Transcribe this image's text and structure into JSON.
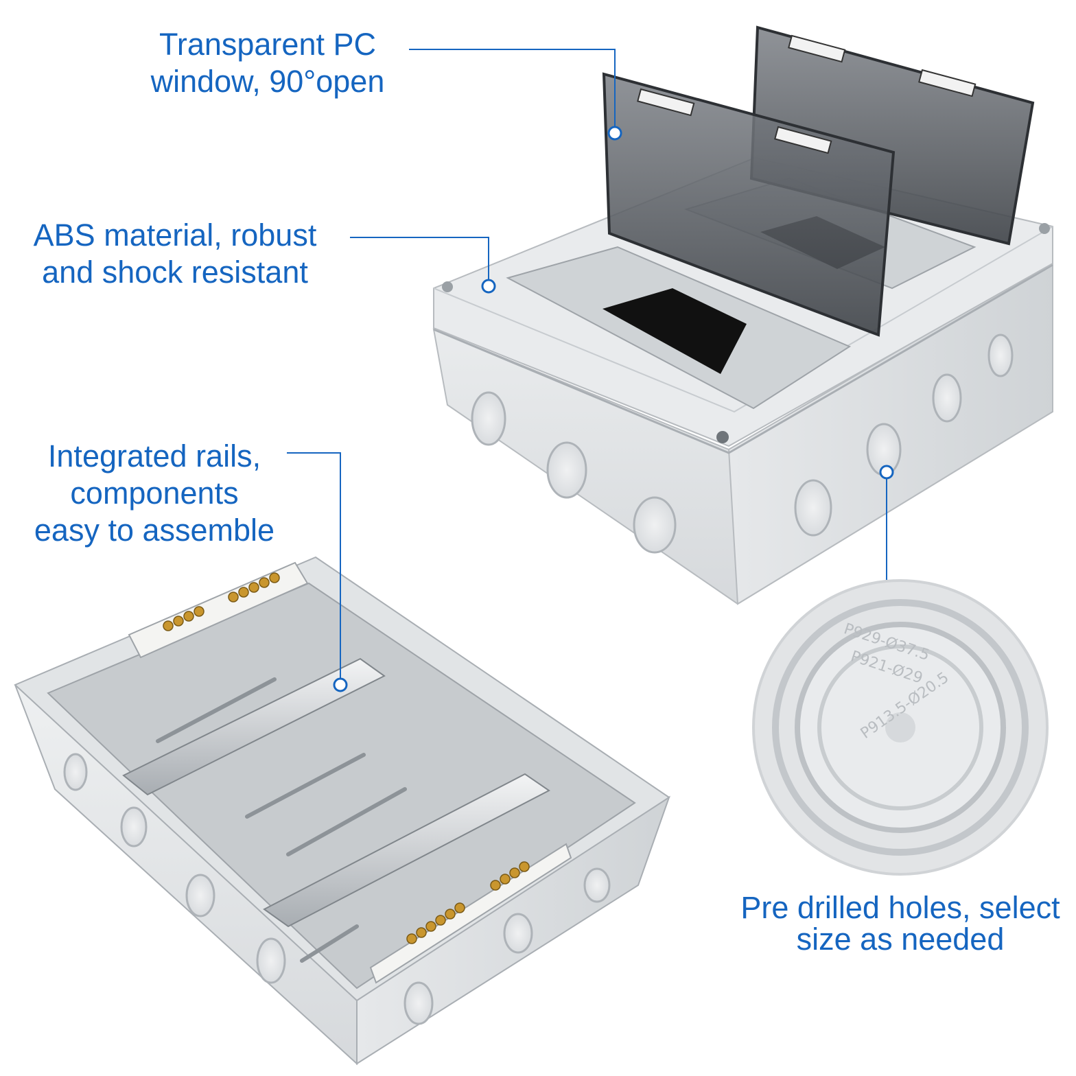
{
  "callouts": {
    "window": {
      "line1": "Transparent PC",
      "line2": "window, 90°open"
    },
    "material": {
      "line1": "ABS material, robust",
      "line2": "and shock resistant"
    },
    "rails": {
      "line1": "Integrated rails,",
      "line2": "components",
      "line3": "easy to assemble"
    },
    "holes": {
      "line1": "Pre drilled holes, select",
      "line2": "size as needed"
    }
  },
  "knockout_markings": {
    "outer": "P929-Ø37.5",
    "middle": "P921-Ø29",
    "inner": "P913.5-Ø20.5"
  },
  "colors": {
    "callout_text": "#1565c0",
    "leader_line": "#1565c0",
    "housing": "#e4e6e8",
    "window_tint": "#5d6166",
    "brass": "#c9962e"
  }
}
